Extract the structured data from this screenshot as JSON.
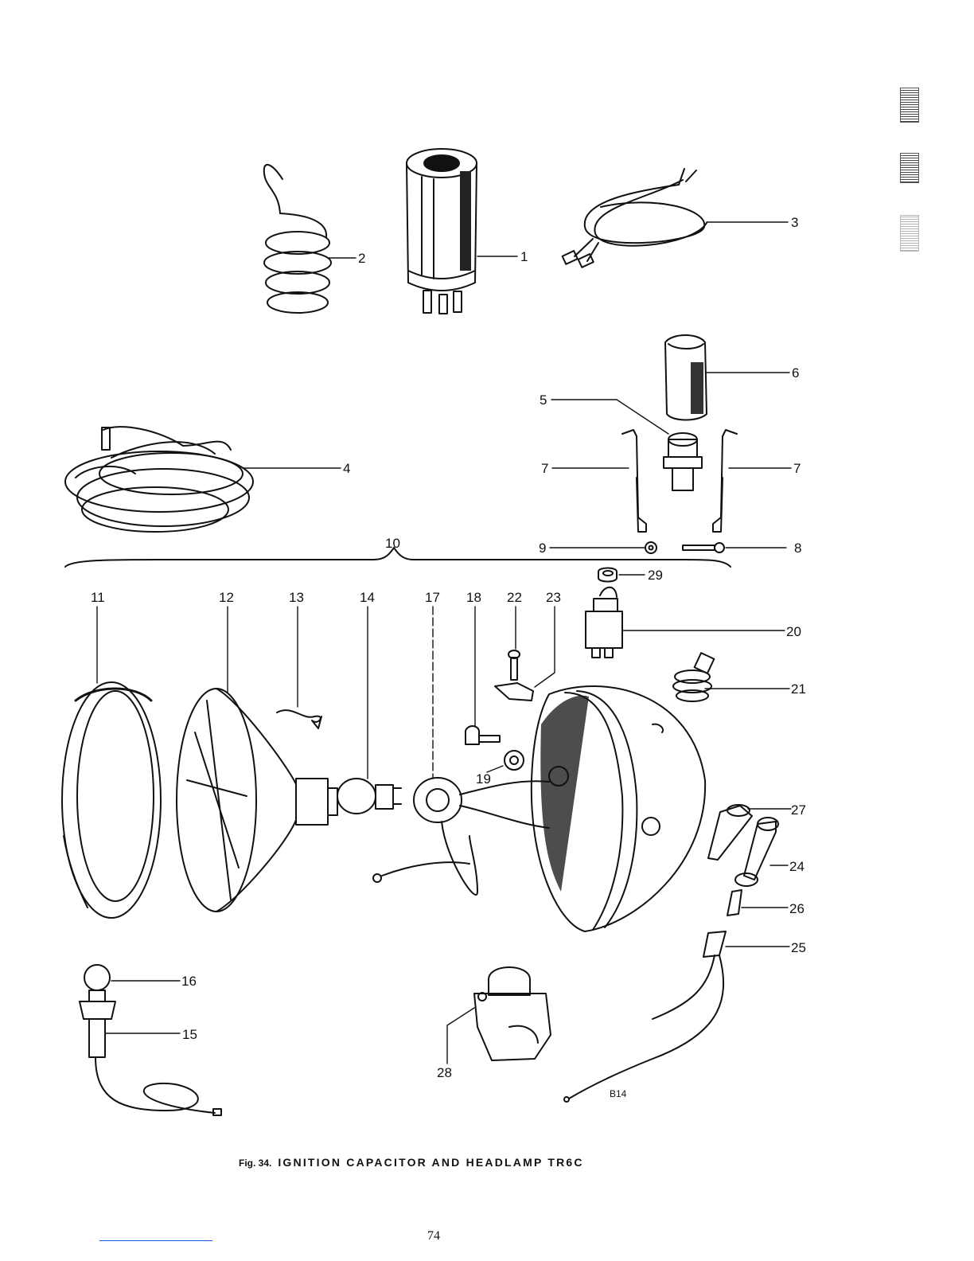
{
  "figure": {
    "fig_number": "Fig. 34.",
    "title": "IGNITION CAPACITOR AND HEADLAMP TR6C"
  },
  "page_number": "74",
  "drawing_code": "B14",
  "callouts": {
    "c1": "1",
    "c2": "2",
    "c3": "3",
    "c4": "4",
    "c5": "5",
    "c6": "6",
    "c7a": "7",
    "c7b": "7",
    "c8": "8",
    "c9": "9",
    "c10": "10",
    "c11": "11",
    "c12": "12",
    "c13": "13",
    "c14": "14",
    "c15": "15",
    "c16": "16",
    "c17": "17",
    "c18": "18",
    "c19": "19",
    "c20": "20",
    "c21": "21",
    "c22": "22",
    "c23": "23",
    "c24": "24",
    "c25": "25",
    "c26": "26",
    "c27": "27",
    "c28": "28",
    "c29": "29"
  },
  "colors": {
    "ink": "#111111",
    "link": "#1a56db"
  }
}
